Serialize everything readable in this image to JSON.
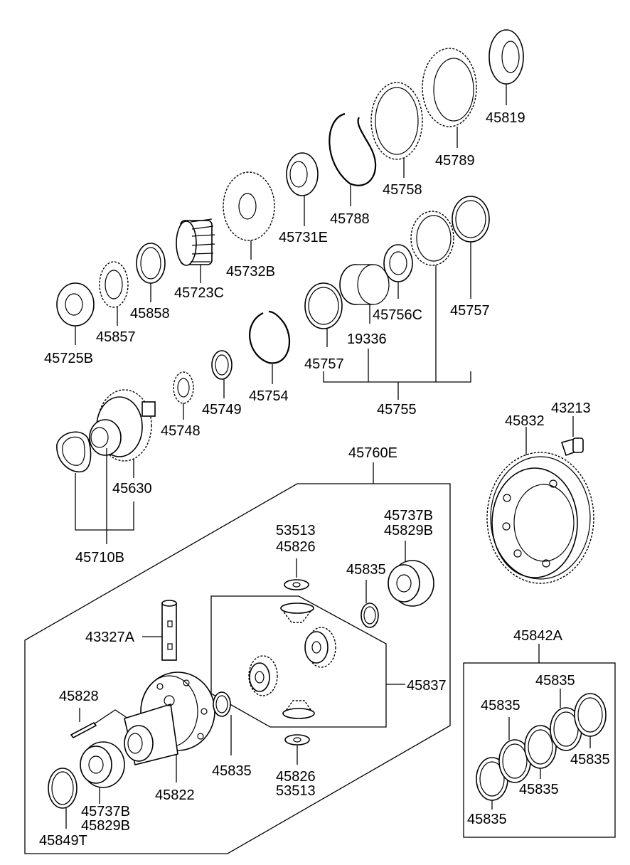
{
  "labels": {
    "p45819": "45819",
    "p45789": "45789",
    "p45758": "45758",
    "p45788": "45788",
    "p45731E": "45731E",
    "p45732B": "45732B",
    "p45723C": "45723C",
    "p45858": "45858",
    "p45857": "45857",
    "p45725B": "45725B",
    "p45756C": "45756C",
    "p45757a": "45757",
    "p45757b": "45757",
    "p19336": "19336",
    "p45754": "45754",
    "p45749": "45749",
    "p45748": "45748",
    "p45755": "45755",
    "p45630": "45630",
    "p45710B": "45710B",
    "p45760E": "45760E",
    "p45832": "45832",
    "p43213": "43213",
    "p53513a": "53513",
    "p45826a": "45826",
    "p45737Ba": "45737B",
    "p45829Ba": "45829B",
    "p45835a": "45835",
    "p43327A": "43327A",
    "p45837": "45837",
    "p45828": "45828",
    "p45835b": "45835",
    "p45822": "45822",
    "p45826b": "45826",
    "p53513b": "53513",
    "p45737Bb": "45737B",
    "p45829Bb": "45829B",
    "p45849T": "45849T",
    "p45842A": "45842A",
    "p45835c": "45835",
    "p45835d": "45835",
    "p45835e": "45835",
    "p45835f": "45835",
    "p45835g": "45835"
  }
}
